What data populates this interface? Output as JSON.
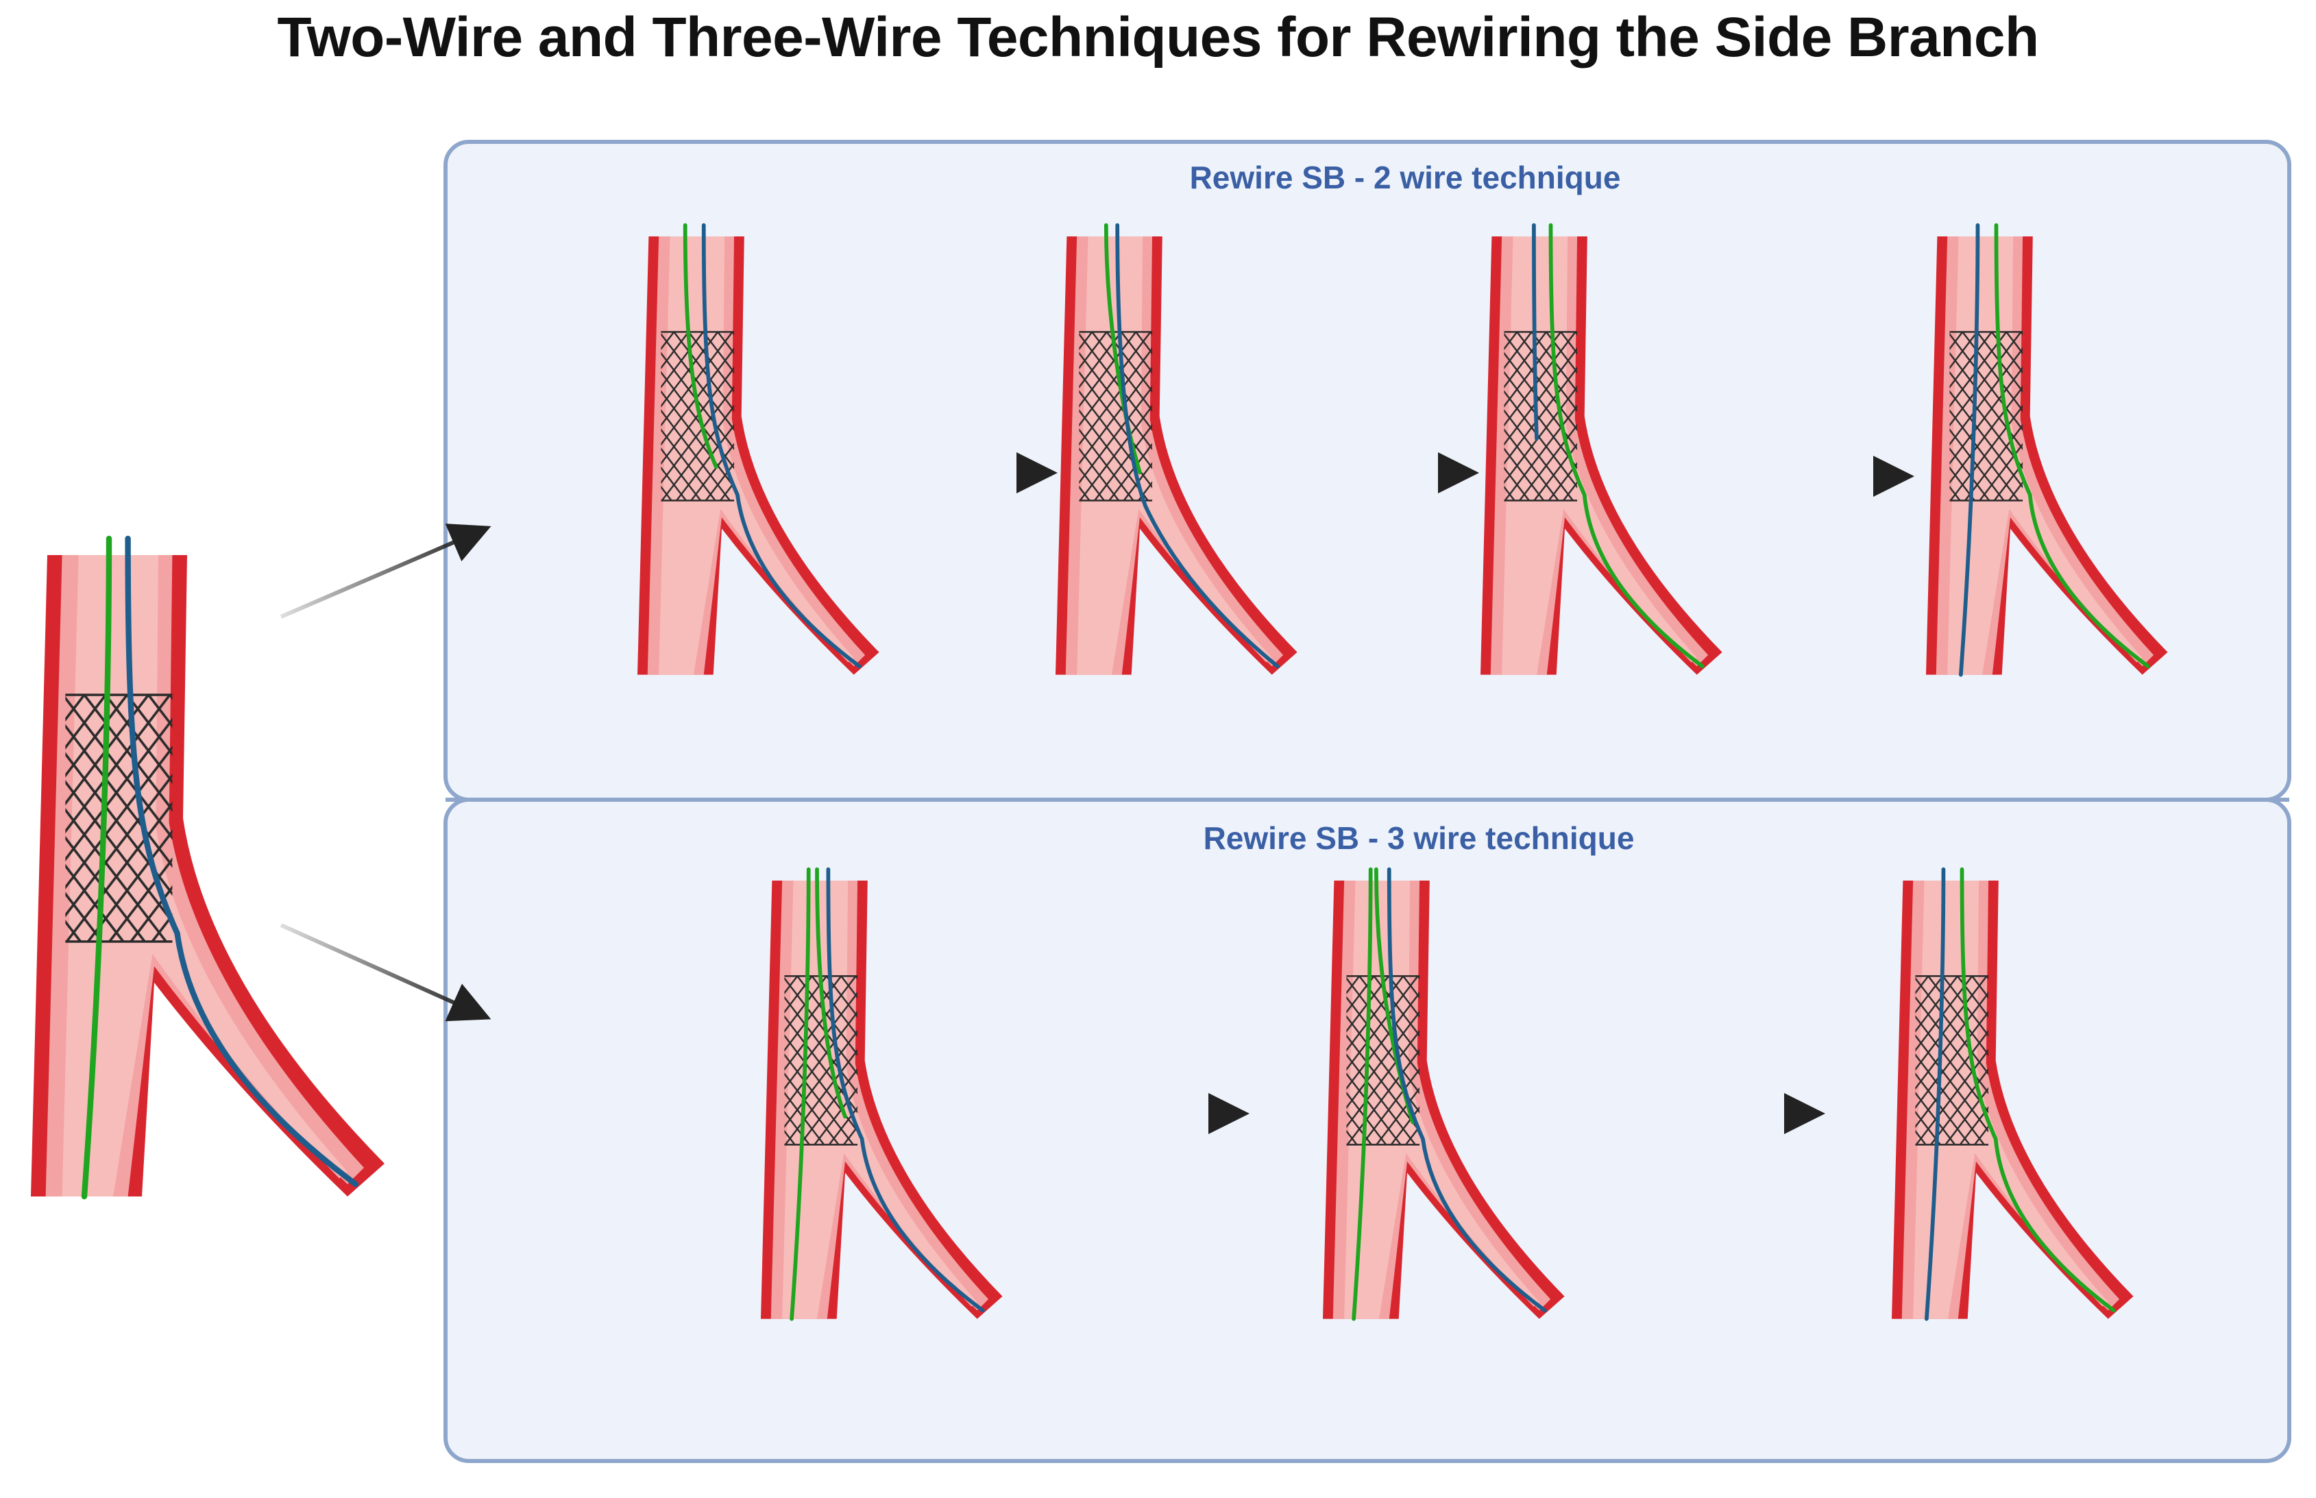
{
  "title": "Two-Wire and Three-Wire Techniques for Rewiring the Side Branch",
  "panels": [
    {
      "id": "two-wire",
      "label": "Rewire SB - 2 wire technique"
    },
    {
      "id": "three-wire",
      "label": "Rewire SB - 3 wire technique"
    }
  ],
  "colors": {
    "vessel_outer": "#d8262f",
    "vessel_inner": "#f3a3a3",
    "vessel_lumen": "#f7c2c0",
    "wire_green": "#1fa51f",
    "wire_blue": "#1f5e8c",
    "stent": "#2b2b2b",
    "panel_fill": "#eef3fb",
    "panel_border": "#8fa6cc",
    "arrow": "#222222",
    "title_text": "#111111",
    "panel_title_text": "#3a5fa5"
  },
  "icons": [
    "bifurcation-vessel-icon",
    "stent-mesh-icon",
    "guidewire-icon",
    "right-arrow-icon"
  ]
}
